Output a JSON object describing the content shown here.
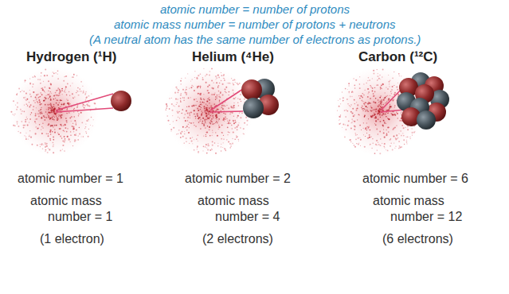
{
  "diagram": {
    "labels": [
      "atomic number = number of protons",
      "atomic mass number = number of protons + neutrons",
      "(A neutral atom has the same number of electrons as protons.)",
      "Hydrogen (¹H)",
      "atomic number = 1",
      "atomic mass number = 1",
      "(1 electron)",
      "Helium (⁴He)",
      "atomic number = 2",
      "atomic mass number = 4",
      "(2 electrons)",
      "Carbon (¹²C)",
      "atomic number = 6",
      "atomic mass number = 12",
      "(6 electrons)"
    ]
  }
}
